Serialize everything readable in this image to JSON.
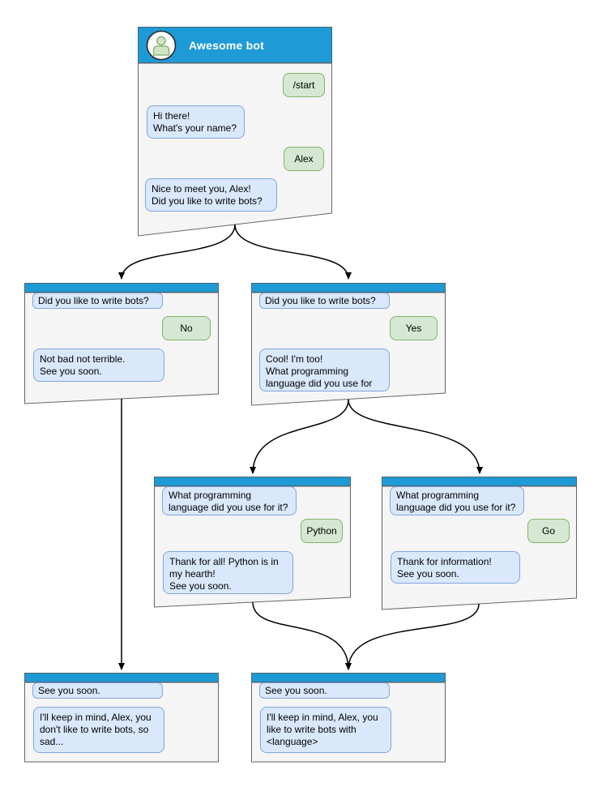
{
  "colors": {
    "header_blue": "#1E9AD6",
    "window_body": "#F5F5F5",
    "window_border": "#666666",
    "bot_bubble_bg": "#DAE8FC",
    "bot_bubble_border": "#7EA6E0",
    "user_bubble_bg": "#D5E8D4",
    "user_bubble_border": "#82B366",
    "arrow": "#000000"
  },
  "windows": {
    "main": {
      "title": "Awesome bot",
      "messages": [
        {
          "from": "user",
          "text": "/start"
        },
        {
          "from": "bot",
          "text": "Hi there!\nWhat's your name?"
        },
        {
          "from": "user",
          "text": "Alex"
        },
        {
          "from": "bot",
          "text": "Nice to meet you, Alex!\nDid you like to write bots?"
        }
      ]
    },
    "branch_no": {
      "messages": [
        {
          "from": "bot",
          "text": "Did you like to write bots?"
        },
        {
          "from": "user",
          "text": "No"
        },
        {
          "from": "bot",
          "text": "Not bad not terrible.\nSee you soon."
        }
      ]
    },
    "branch_yes": {
      "messages": [
        {
          "from": "bot",
          "text": "Did you like to write bots?"
        },
        {
          "from": "user",
          "text": "Yes"
        },
        {
          "from": "bot",
          "text": "Cool! I'm too!\nWhat programming\nlanguage did you use for it?"
        }
      ]
    },
    "python": {
      "messages": [
        {
          "from": "bot",
          "text": "What programming\nlanguage did you use for it?"
        },
        {
          "from": "user",
          "text": "Python"
        },
        {
          "from": "bot",
          "text": "Thank for all! Python is in\nmy hearth!\nSee you soon."
        }
      ]
    },
    "go": {
      "messages": [
        {
          "from": "bot",
          "text": "What programming\nlanguage did you use for it?"
        },
        {
          "from": "user",
          "text": "Go"
        },
        {
          "from": "bot",
          "text": "Thank for information!\nSee you soon."
        }
      ]
    },
    "end_no": {
      "messages": [
        {
          "from": "bot",
          "text": "See you soon."
        },
        {
          "from": "bot",
          "text": "I'll keep in mind, Alex, you\ndon't like to write bots, so\nsad..."
        }
      ]
    },
    "end_yes": {
      "messages": [
        {
          "from": "bot",
          "text": "See you soon."
        },
        {
          "from": "bot",
          "text": "I'll keep in mind, Alex, you\nlike to write bots with\n<language>"
        }
      ]
    }
  }
}
